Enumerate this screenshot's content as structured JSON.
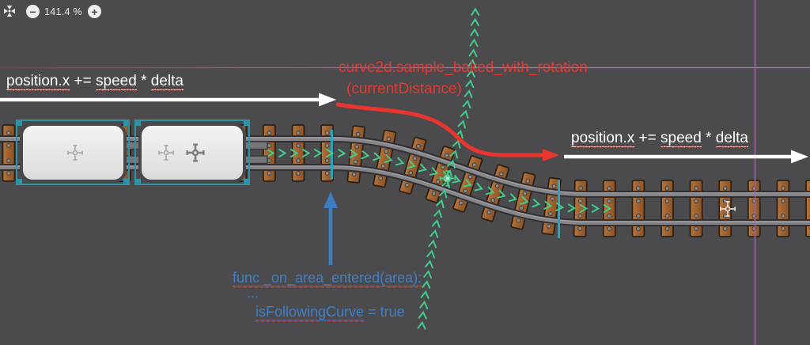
{
  "toolbar": {
    "zoom_level": "141.4 %",
    "zoom_out_glyph": "−",
    "zoom_in_glyph": "+"
  },
  "annotations": {
    "left_code": {
      "tokens": [
        "position.x",
        " += ",
        "speed",
        " * ",
        "delta"
      ]
    },
    "right_code": {
      "tokens": [
        "position.x",
        " += ",
        "speed",
        " * ",
        "delta"
      ]
    },
    "curve_code": {
      "line1": "curve2d.sample_baked_with_rotation",
      "line2": "(currentDistance)"
    },
    "area_code": {
      "line1": "func _on_area_entered(area):",
      "dots": "...",
      "line3_name": "isFollowingCurve",
      "line3_rest": " = true"
    }
  },
  "colors": {
    "background": "#4b4a4c",
    "annotation_red": "#e23b33",
    "annotation_blue": "#3f80c6",
    "path_green": "#41cd8c",
    "selection_teal": "#2e93a6",
    "guide_purple": "#a672a8",
    "tie_brown": "#a2622f",
    "squiggle_red": "#bf3a30"
  }
}
